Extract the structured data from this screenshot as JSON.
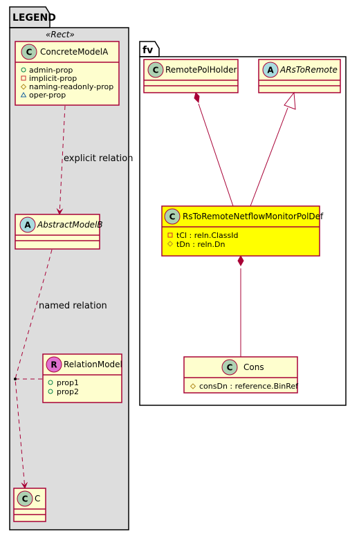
{
  "legend": {
    "title": "LEGEND",
    "stereotype": "«Rect»",
    "classes": {
      "concrete": {
        "kind_letter": "C",
        "name": "ConcreteModelA",
        "attrs": [
          "admin-prop",
          "implicit-prop",
          "naming-readonly-prop",
          "oper-prop"
        ]
      },
      "abstract": {
        "kind_letter": "A",
        "name": "AbstractModelB"
      },
      "relation": {
        "kind_letter": "R",
        "name": "RelationModel",
        "attrs": [
          "prop1",
          "prop2"
        ]
      },
      "c": {
        "kind_letter": "C",
        "name": "C"
      }
    },
    "edges": {
      "explicit": "explicit relation",
      "named": "named relation"
    }
  },
  "fv": {
    "title": "fv",
    "classes": {
      "holder": {
        "kind_letter": "C",
        "name": "RemotePolHolder"
      },
      "ars": {
        "kind_letter": "A",
        "name": "ARsToRemote"
      },
      "main": {
        "kind_letter": "C",
        "name": "RsToRemoteNetflowMonitorPolDef",
        "attrs": [
          "tCl : reln.ClassId",
          "tDn : reln.Dn"
        ]
      },
      "cons": {
        "kind_letter": "C",
        "name": "Cons",
        "attrs": [
          "consDn : reference.BinRef"
        ]
      }
    }
  },
  "colors": {
    "class_fill": "#FEFECE",
    "highlight_fill": "#FFFF00",
    "border": "#A80036",
    "package_fill": "#DDDDDD",
    "circle_c": "#ADD1B2",
    "circle_a": "#A9DCDF",
    "circle_r": "#E070D0"
  }
}
